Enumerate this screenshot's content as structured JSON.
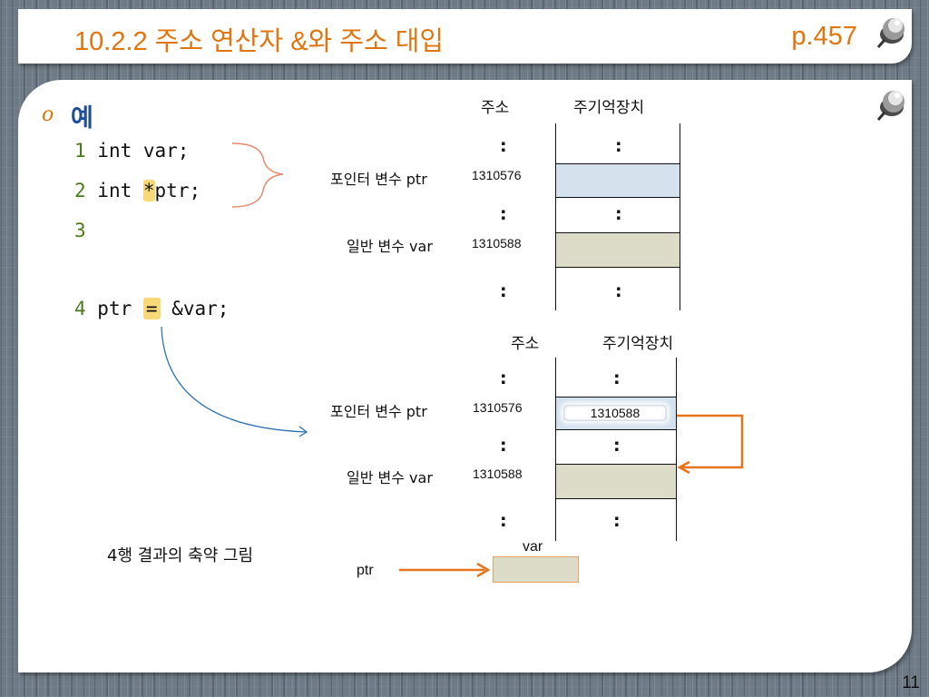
{
  "header": {
    "title": "10.2.2 주소 연산자 &와 주소 대입",
    "page_ref": "p.457"
  },
  "bullet": {
    "marker": "o",
    "label": "예"
  },
  "code": [
    {
      "num": "1",
      "pre": " int var;",
      "hl": "",
      "post": ""
    },
    {
      "num": "2",
      "pre": " int ",
      "hl": "*",
      "post": "ptr;"
    },
    {
      "num": "3",
      "pre": "",
      "hl": "",
      "post": ""
    },
    {
      "num": "4",
      "pre": " ptr ",
      "hl": "=",
      "post": " &var;"
    }
  ],
  "diagram_top": {
    "col_address": "주소",
    "col_memory": "주기억장치",
    "dots": ":",
    "ptr_label": "포인터 변수 ptr",
    "ptr_address": "1310576",
    "var_label": "일반 변수 var",
    "var_address": "1310588"
  },
  "diagram_bottom": {
    "col_address": "주소",
    "col_memory": "주기억장치",
    "dots": ":",
    "ptr_label": "포인터 변수 ptr",
    "ptr_address": "1310576",
    "ptr_value": "1310588",
    "var_label": "일반 변수 var",
    "var_address": "1310588"
  },
  "summary": {
    "caption": "4행 결과의 축약 그림",
    "var_label": "var",
    "ptr_label": "ptr"
  },
  "footer": {
    "slide_number": "11"
  },
  "colors": {
    "accent": "#e0760f",
    "ptr_cell": "#d4e2ee",
    "var_cell": "#dcdcc8",
    "arrow_blue": "#2e75b6",
    "line_number": "#4b7a1b",
    "highlight": "#f8d978"
  },
  "icons": [
    "pushpin-icon",
    "curly-brace-icon",
    "curved-arrow-icon",
    "pointer-arrow-icon"
  ]
}
